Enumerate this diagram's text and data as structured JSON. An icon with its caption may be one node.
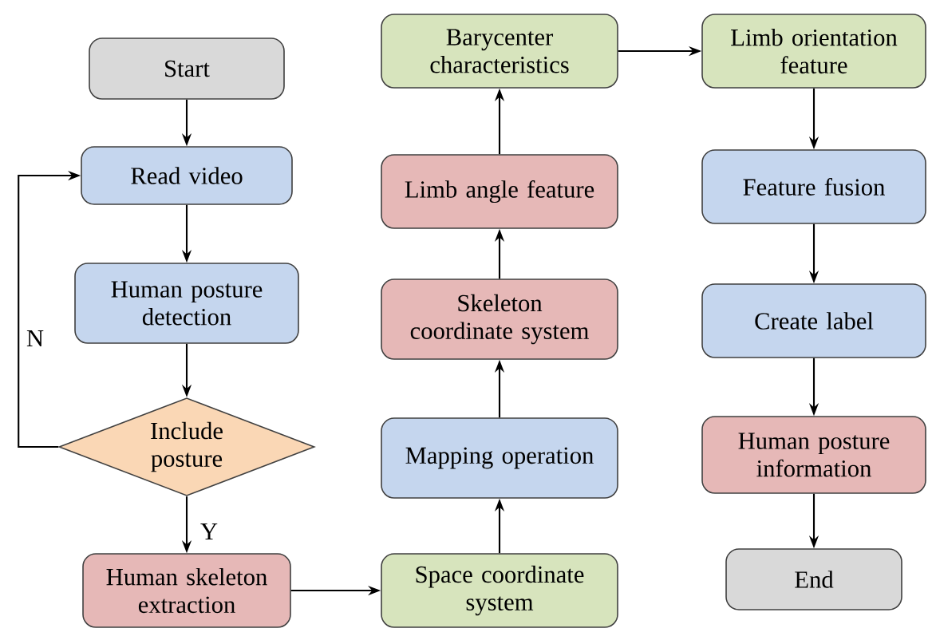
{
  "diagram": {
    "nodes": [
      {
        "text": [
          "Start"
        ]
      },
      {
        "text": [
          "Read video"
        ]
      },
      {
        "text": [
          "Human posture detection"
        ]
      },
      {
        "text": [
          "Include posture"
        ]
      },
      {
        "text": [
          "Human skeleton extraction"
        ]
      },
      {
        "text": [
          "Space coordinate system"
        ]
      },
      {
        "text": [
          "Mapping operation"
        ]
      },
      {
        "text": [
          "Skeleton coordinate system"
        ]
      },
      {
        "text": [
          "Limb angle feature"
        ]
      },
      {
        "text": [
          "Barycenter characteristics"
        ]
      },
      {
        "text": [
          "Limb orientation feature"
        ]
      },
      {
        "text": [
          "Feature fusion"
        ]
      },
      {
        "text": [
          "Create label"
        ]
      },
      {
        "text": [
          "Human posture information"
        ]
      },
      {
        "text": [
          "End"
        ]
      }
    ],
    "edges": [
      {
        "from": 0,
        "to": 1,
        "arrow": "to"
      },
      {
        "from": 1,
        "to": 2,
        "arrow": "to"
      },
      {
        "from": 2,
        "to": 3,
        "arrow": "to"
      },
      {
        "from": 3,
        "to": 4,
        "arrow": "to",
        "label": "Y"
      },
      {
        "from": 3,
        "to": 1,
        "arrow": "to",
        "label": "N"
      },
      {
        "from": 4,
        "to": 5,
        "arrow": "to"
      },
      {
        "from": 5,
        "to": 6,
        "arrow": "to"
      },
      {
        "from": 6,
        "to": 7,
        "arrow": "to"
      },
      {
        "from": 7,
        "to": 8,
        "arrow": "to"
      },
      {
        "from": 8,
        "to": 9,
        "arrow": "to"
      },
      {
        "from": 9,
        "to": 10,
        "arrow": "to"
      },
      {
        "from": 10,
        "to": 11,
        "arrow": "to"
      },
      {
        "from": 11,
        "to": 12,
        "arrow": "to"
      },
      {
        "from": 12,
        "to": 13,
        "arrow": "to"
      },
      {
        "from": 13,
        "to": 14,
        "arrow": "to"
      }
    ]
  }
}
